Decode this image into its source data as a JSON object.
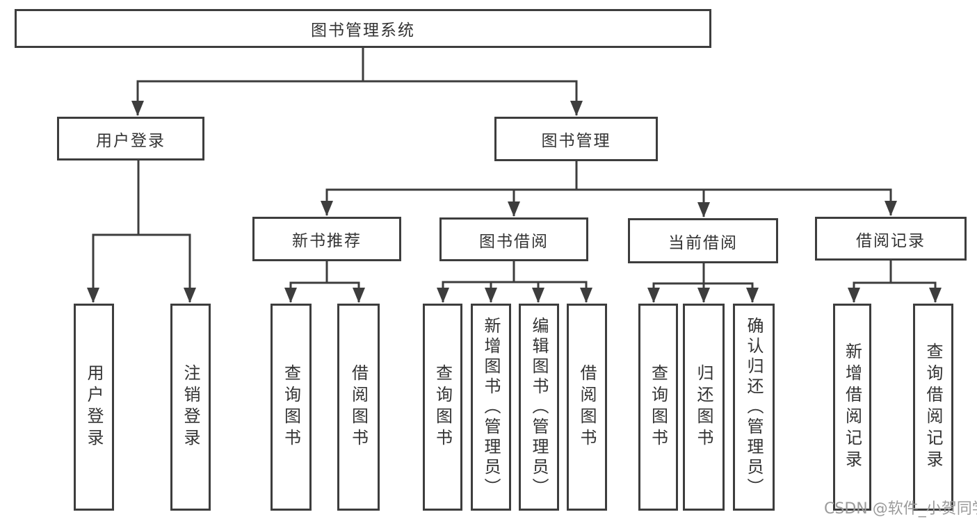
{
  "diagram": {
    "type": "tree-diagram",
    "nodes": {
      "root": "图书管理系统",
      "userLogin": "用户登录",
      "bookMgmt": "图书管理",
      "newBookRec": "新书推荐",
      "bookBorrow": "图书借阅",
      "currentBorrow": "当前借阅",
      "borrowRecord": "借阅记录",
      "loginUserLogin": "用户登录",
      "loginLogout": "注销登录",
      "recQueryBook": "查询图书",
      "recBorrowBook": "借阅图书",
      "borrowQueryBook": "查询图书",
      "borrowAddBook": "新增图书（管理员）",
      "borrowEditBook": "编辑图书（管理员）",
      "borrowBorrowBook": "借阅图书",
      "curQueryBook": "查询图书",
      "curReturnBook": "归还图书",
      "curConfirmReturn": "确认归还（管理员）",
      "recordAddRecord": "新增借阅记录",
      "recordQueryRecord": "查询借阅记录"
    },
    "colors": {
      "line": "#3d3d3d",
      "text": "#333333",
      "watermark": "#9b9b9b",
      "background": "#ffffff"
    }
  },
  "watermark": "CSDN @软件_小贺同学"
}
